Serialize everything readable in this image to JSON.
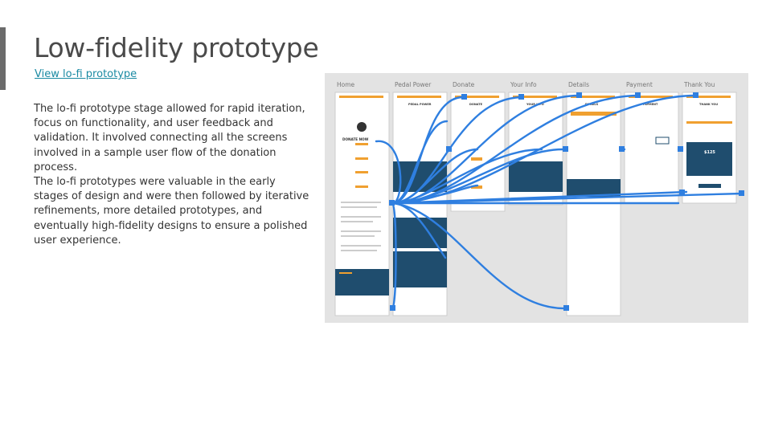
{
  "page": {
    "title": "Low-fidelity prototype",
    "link_label": "View lo-fi prototype",
    "paragraphs": [
      "The lo-fi prototype stage allowed for rapid iteration, focus on functionality, and user feedback and validation. It involved connecting all the screens involved in a sample user flow of the donation process.",
      "The lo-fi prototypes were valuable in the early stages of design and were then followed by iterative refinements, more detailed prototypes, and eventually high-fidelity designs to ensure a polished user experience."
    ]
  },
  "prototype": {
    "columns": [
      "Home",
      "Pedal Power",
      "Donate",
      "Your Info",
      "Details",
      "Payment",
      "Thank You"
    ],
    "screen_headings": [
      "",
      "PEDAL POWER",
      "DONATE",
      "YOUR INFO",
      "DETAILS",
      "PAYMENT",
      "THANK YOU"
    ],
    "home_cta": "DONATE NOW",
    "amount": "$125",
    "colors": {
      "canvas": "#e3e3e3",
      "connector": "#2f7fe0",
      "accent": "#f0a030",
      "dark_panel": "#1f4d6e"
    }
  }
}
